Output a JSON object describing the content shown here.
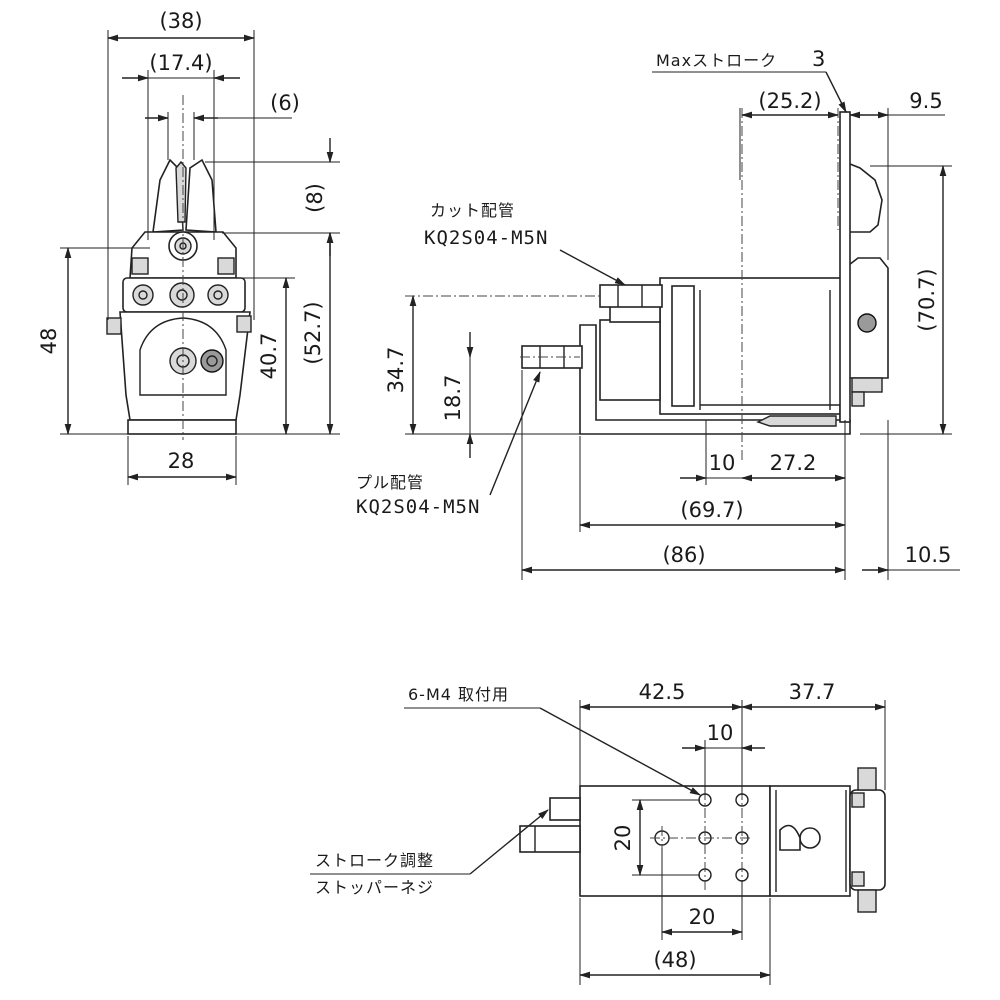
{
  "front_view": {
    "dim_width_overall": "(38)",
    "dim_jaw_span": "(17.4)",
    "dim_jaw_tip": "(6)",
    "dim_jaw_height": "(8)",
    "dim_height_48": "48",
    "dim_height_40_7": "40.7",
    "dim_height_52_7": "(52.7)",
    "dim_base_width": "28"
  },
  "side_view": {
    "max_stroke_label": "Maxストローク",
    "max_stroke_value": "3",
    "dim_25_2": "(25.2)",
    "dim_9_5": "9.5",
    "dim_70_7": "(70.7)",
    "dim_34_7": "34.7",
    "dim_18_7": "18.7",
    "dim_10": "10",
    "dim_27_2": "27.2",
    "dim_69_7": "(69.7)",
    "dim_86": "(86)",
    "dim_10_5": "10.5",
    "cut_port_label": "カット配管",
    "cut_port_part": "KQ2S04-M5N",
    "pull_port_label": "プル配管",
    "pull_port_part": "KQ2S04-M5N"
  },
  "bottom_view": {
    "mount_label": "6-M4 取付用",
    "dim_42_5": "42.5",
    "dim_37_7": "37.7",
    "dim_10": "10",
    "dim_20_vertical": "20",
    "dim_20_horizontal": "20",
    "dim_48": "(48)",
    "stopper_label_line1": "ストローク調整",
    "stopper_label_line2": "ストッパーネジ"
  }
}
